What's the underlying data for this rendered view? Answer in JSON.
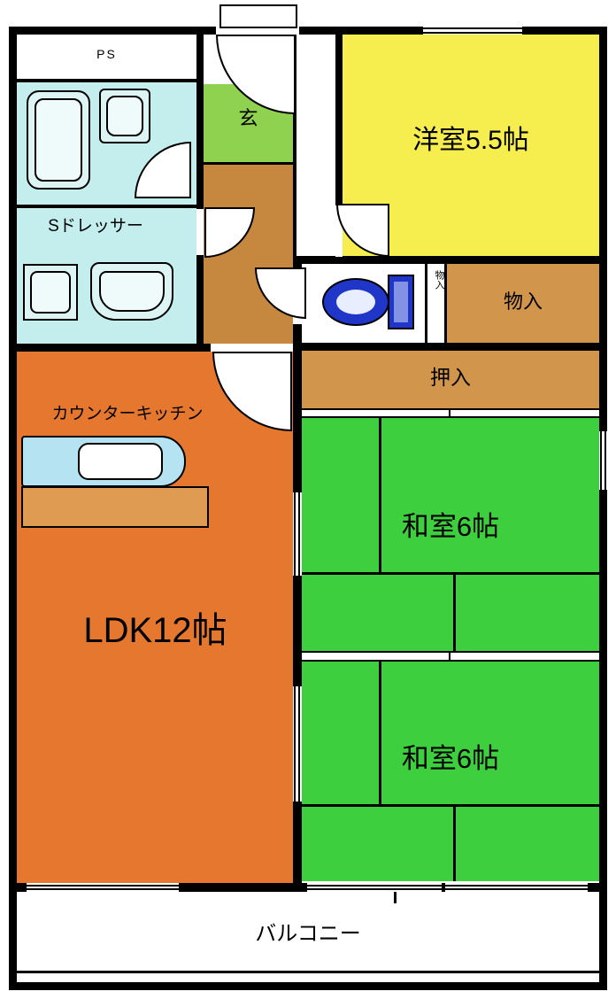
{
  "rooms": {
    "ps": "PS",
    "genkan": "玄",
    "dresser": "Sドレッサー",
    "western": "洋室5.5帖",
    "storage": "物入",
    "storage_small": "物入",
    "oshiire": "押入",
    "kitchen": "カウンターキッチン",
    "ldk": "LDK12帖",
    "washitsu1": "和室6帖",
    "washitsu2": "和室6帖",
    "balcony": "バルコニー"
  },
  "colors": {
    "wall": "#000000",
    "ldk": "#E5772E",
    "tatami": "#3DCF3D",
    "western": "#F5EE4E",
    "genkan": "#8FD24F",
    "hall": "#C6873E",
    "closet": "#D2954C",
    "bath": "#C4EDED",
    "fixture": "#DDF4F4",
    "fixture_inner": "#EFFAFA",
    "kitchen_top": "#B5E3F2",
    "kitchen_base": "#E09B52",
    "toilet": "#2036C8",
    "toilet_inner": "#E8EEFF"
  }
}
